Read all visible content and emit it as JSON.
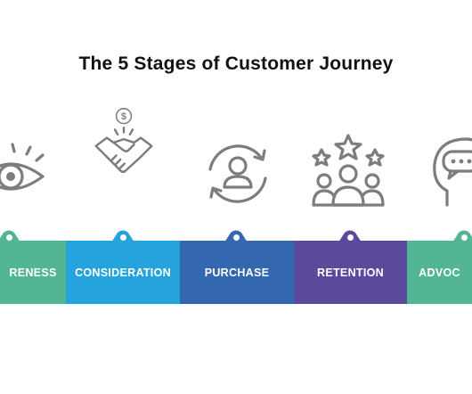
{
  "title": "The 5 Stages of Customer Journey",
  "stages": [
    {
      "label": "RENESS",
      "icon": "eye-icon",
      "color": "#52b593"
    },
    {
      "label": "CONSIDERATION",
      "icon": "handshake-icon",
      "color": "#24a3dc"
    },
    {
      "label": "PURCHASE",
      "icon": "person-refresh-icon",
      "color": "#3368b0"
    },
    {
      "label": "RETENTION",
      "icon": "group-stars-icon",
      "color": "#5b4a9c"
    },
    {
      "label": "ADVOC",
      "icon": "head-speech-icon",
      "color": "#52b593"
    }
  ]
}
